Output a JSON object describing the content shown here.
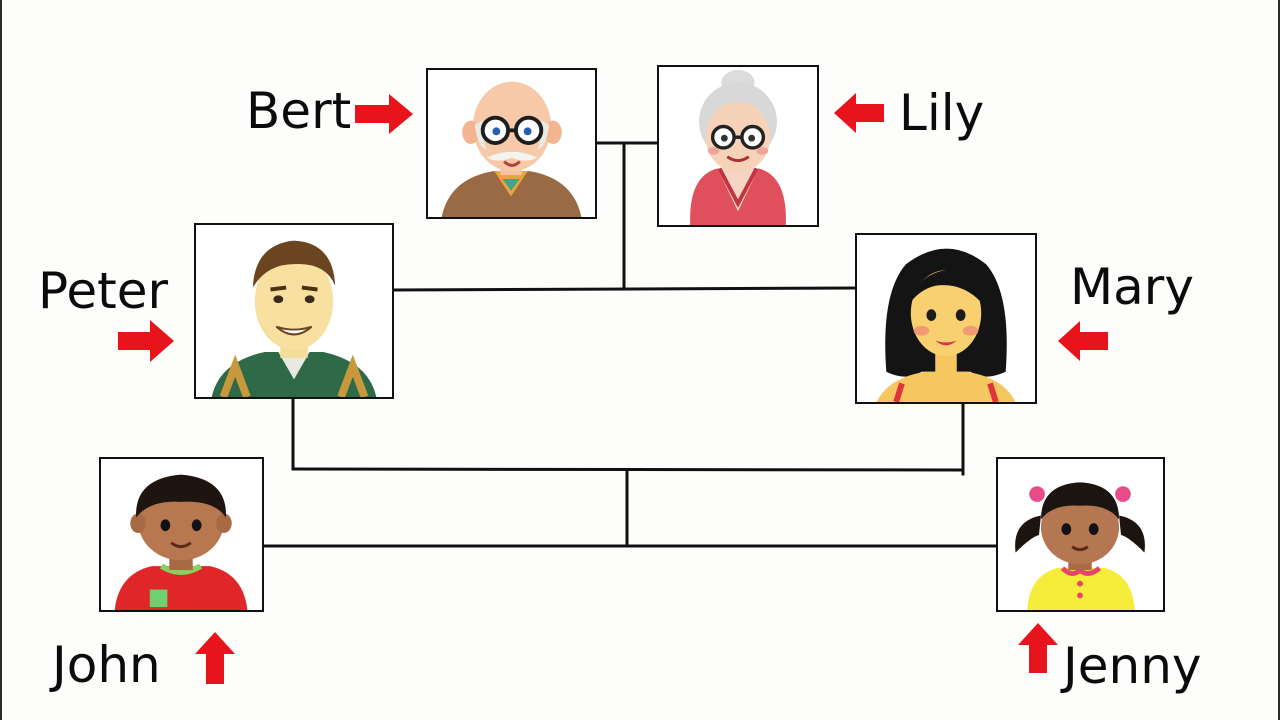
{
  "people": {
    "bert": {
      "name": "Bert"
    },
    "lily": {
      "name": "Lily"
    },
    "peter": {
      "name": "Peter"
    },
    "mary": {
      "name": "Mary"
    },
    "john": {
      "name": "John"
    },
    "jenny": {
      "name": "Jenny"
    }
  },
  "icons": {
    "bert": "grandfather-portrait-icon",
    "lily": "grandmother-portrait-icon",
    "peter": "father-portrait-icon",
    "mary": "mother-portrait-icon",
    "john": "boy-portrait-icon",
    "jenny": "girl-portrait-icon"
  },
  "colors": {
    "arrow": "#e8141c",
    "line": "#111111",
    "background": "#fdfdfb"
  }
}
